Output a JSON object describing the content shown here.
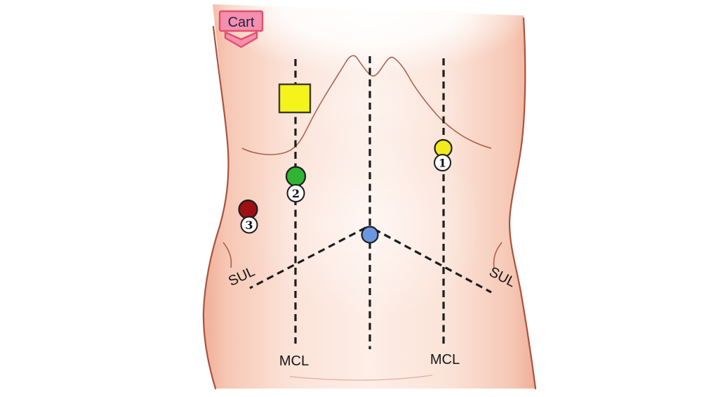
{
  "cart": {
    "label": "Cart"
  },
  "labels": {
    "mcl_left": "MCL",
    "mcl_right": "MCL",
    "sul_left": "SUL",
    "sul_right": "SUL"
  },
  "markers": {
    "transducer": {
      "shape": "square",
      "color": "#f5f31c"
    },
    "site1": {
      "number": "1",
      "color": "#f2ea1c"
    },
    "site2": {
      "number": "2",
      "color": "#2fb434"
    },
    "site3": {
      "number": "3",
      "color": "#9c1013"
    },
    "umbilicus": {
      "color": "#6b97e2"
    }
  },
  "colors": {
    "skin_center": "#fdeee7",
    "skin_edge": "#f0ae97",
    "body_outline": "#a8523f",
    "dashed_line": "#1c1c1c",
    "cart_fill": "#f48fb0",
    "cart_border": "#e2506a"
  }
}
